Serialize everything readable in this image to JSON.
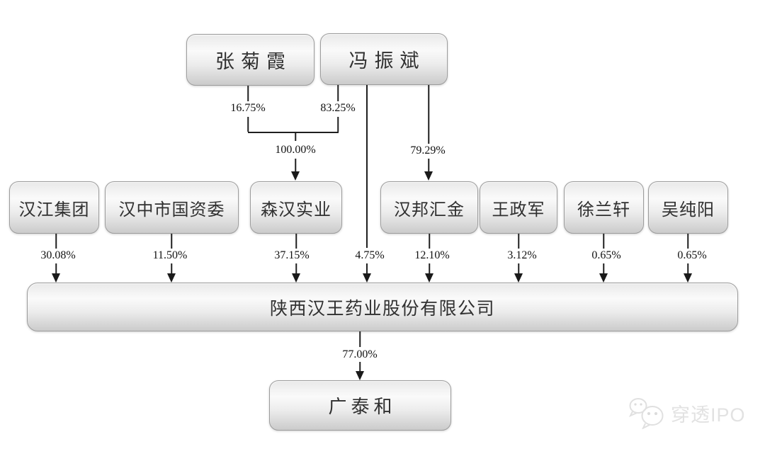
{
  "diagram": {
    "top_nodes": [
      {
        "label": "张菊霞"
      },
      {
        "label": "冯振斌"
      }
    ],
    "edges": {
      "zhang_to_senhan": "16.75%",
      "feng_to_senhan": "83.25%",
      "merged_to_senhan": "100.00%",
      "feng_to_hanbang": "79.29%",
      "feng_to_company": "4.75%",
      "company_to_sub": "77.00%"
    },
    "mid_nodes": [
      {
        "label": "汉江集团",
        "pct": "30.08%"
      },
      {
        "label": "汉中市国资委",
        "pct": "11.50%"
      },
      {
        "label": "森汉实业",
        "pct": "37.15%"
      },
      {
        "label": "汉邦汇金",
        "pct": "12.10%"
      },
      {
        "label": "王政军",
        "pct": "3.12%"
      },
      {
        "label": "徐兰轩",
        "pct": "0.65%"
      },
      {
        "label": "吴纯阳",
        "pct": "0.65%"
      }
    ],
    "company": {
      "label": "陕西汉王药业股份有限公司"
    },
    "subsidiary": {
      "label": "广泰和"
    },
    "watermark": {
      "text": "穿透IPO",
      "icon": "wechat-bubbles-icon"
    }
  },
  "colors": {
    "background": "#ffffff",
    "line": "#1f1f1f",
    "node_border": "#9c9c9c",
    "node_text": "#303030",
    "watermark": "#e2e2e2"
  }
}
